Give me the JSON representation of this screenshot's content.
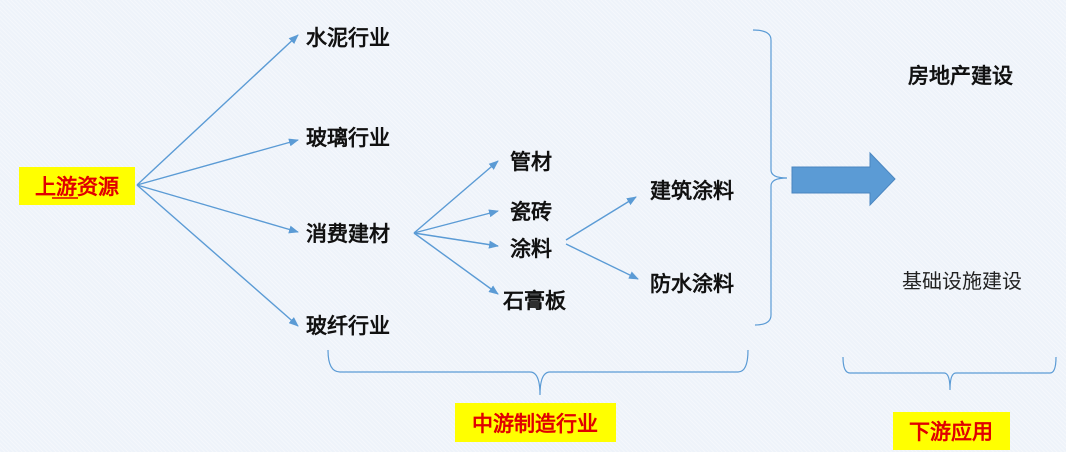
{
  "upstream": {
    "label": "上游资源"
  },
  "midstream_industries": [
    "水泥行业",
    "玻璃行业",
    "消费建材",
    "玻纤行业"
  ],
  "consumer_materials": [
    "管材",
    "瓷砖",
    "涂料",
    "石膏板"
  ],
  "coatings": [
    "建筑涂料",
    "防水涂料"
  ],
  "downstream_items": [
    "房地产建设",
    "基础设施建设"
  ],
  "midstream_label": "中游制造行业",
  "downstream_label": "下游应用",
  "colors": {
    "highlight_bg": "#ffff00",
    "highlight_text": "#e00000",
    "line": "#5b9bd5",
    "arrow": "#5b9bd5"
  }
}
